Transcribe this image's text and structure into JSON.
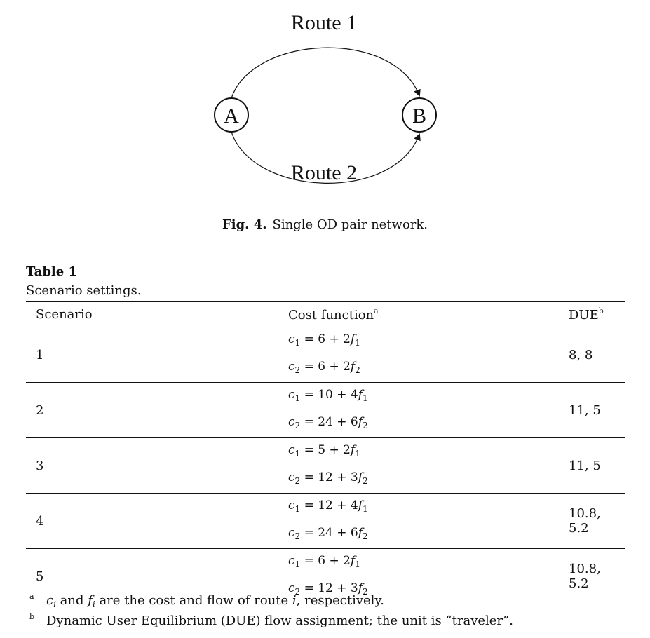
{
  "figure": {
    "route1_label": "Route 1",
    "route2_label": "Route 2",
    "node_a": "A",
    "node_b": "B",
    "caption_label": "Fig. 4.",
    "caption_text": "Single OD pair network."
  },
  "table": {
    "label": "Table 1",
    "caption": "Scenario settings.",
    "headers": {
      "scenario": "Scenario",
      "cost": "Cost function",
      "cost_note": "a",
      "due": "DUE",
      "due_note": "b"
    },
    "rows": [
      {
        "scenario": "1",
        "c1_rhs": "6 + 2",
        "c2_rhs": "6 + 2",
        "due": "8, 8"
      },
      {
        "scenario": "2",
        "c1_rhs": "10 + 4",
        "c2_rhs": "24 + 6",
        "due": "11, 5"
      },
      {
        "scenario": "3",
        "c1_rhs": "5 + 2",
        "c2_rhs": "12 + 3",
        "due": "11, 5"
      },
      {
        "scenario": "4",
        "c1_rhs": "12 + 4",
        "c2_rhs": "24 + 6",
        "due": "10.8, 5.2"
      },
      {
        "scenario": "5",
        "c1_rhs": "6 + 2",
        "c2_rhs": "12 + 3",
        "due": "10.8, 5.2"
      }
    ]
  },
  "footnotes": {
    "a_mark": "a",
    "a_parts": [
      "c",
      "i",
      " and ",
      "f",
      "i",
      " are the cost and flow of route ",
      "i",
      ", respectively."
    ],
    "b_mark": "b",
    "b_text": "Dynamic User Equilibrium (DUE) flow assignment; the unit is “traveler”."
  }
}
